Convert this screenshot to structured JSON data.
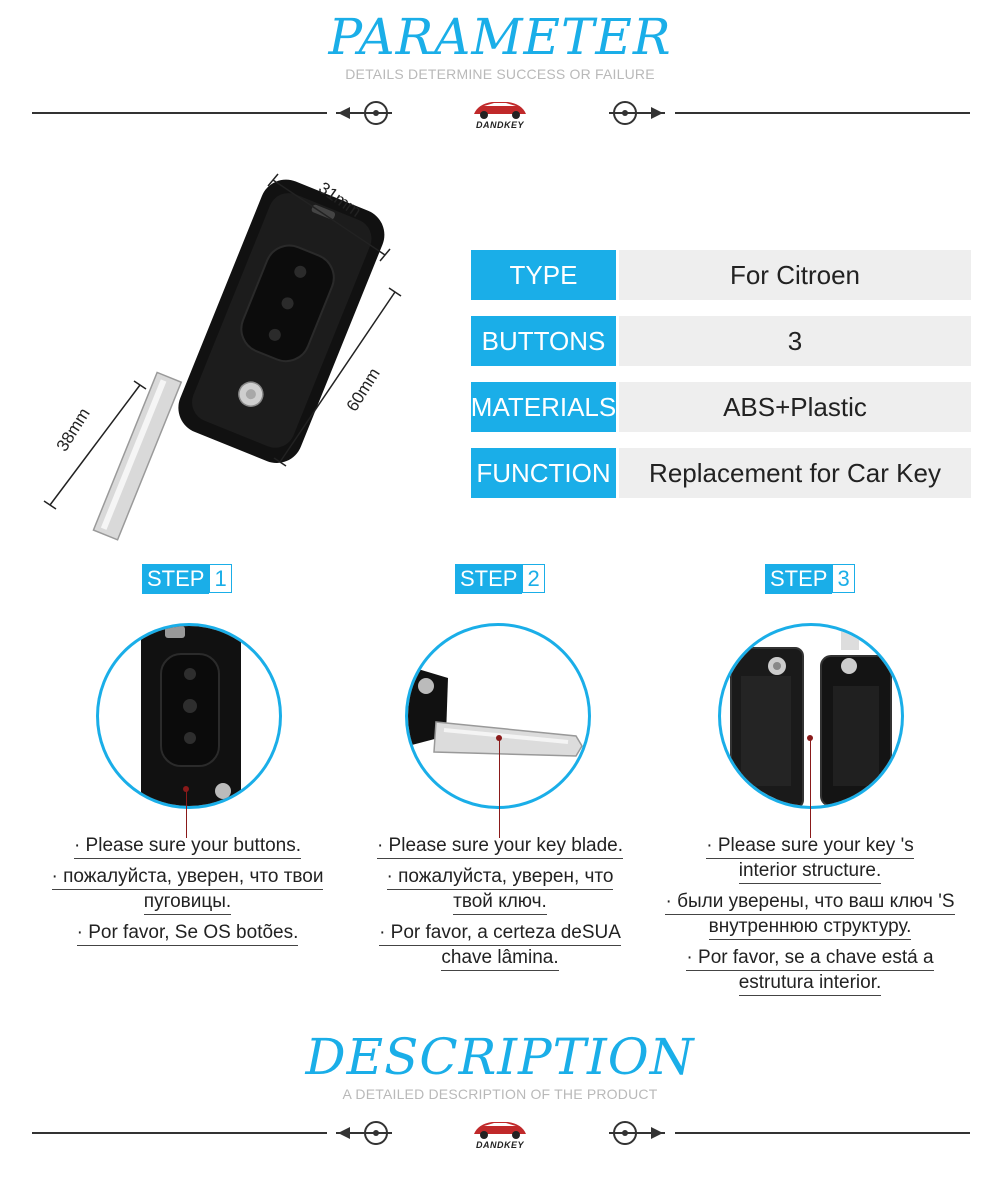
{
  "brand": {
    "logo_text": "DANDKEY"
  },
  "parameter_section": {
    "title": "PARAMETER",
    "subtitle": "DETAILS DETERMINE SUCCESS OR FAILURE"
  },
  "dimensions": {
    "width": "31mm",
    "length": "60mm",
    "blade": "38mm"
  },
  "params": [
    {
      "label": "TYPE",
      "value": "For Citroen"
    },
    {
      "label": "BUTTONS",
      "value": "3"
    },
    {
      "label": "MATERIALS",
      "value": "ABS+Plastic"
    },
    {
      "label": "FUNCTION",
      "value": "Replacement for Car Key"
    }
  ],
  "steps": [
    {
      "word": "STEP",
      "num": "1",
      "lines": [
        [
          "· Please sure your buttons."
        ],
        [
          "· пожалуйста, уверен, что твои",
          "пуговицы."
        ],
        [
          "· Por favor, Se OS botões."
        ]
      ]
    },
    {
      "word": "STEP",
      "num": "2",
      "lines": [
        [
          "· Please sure your key blade."
        ],
        [
          "· пожалуйста, уверен, что",
          "твой ключ."
        ],
        [
          "· Por favor, a certeza deSUA",
          "chave lâmina. "
        ]
      ]
    },
    {
      "word": "STEP",
      "num": "3",
      "lines": [
        [
          "· Please sure your key 's",
          "interior structure."
        ],
        [
          "· были уверены, что ваш ключ 'S",
          "внутреннюю структуру."
        ],
        [
          "· Por favor, se a chave está a",
          "estrutura interior."
        ]
      ]
    }
  ],
  "description_section": {
    "title": "DESCRIPTION",
    "subtitle": "A DETAILED DESCRIPTION OF THE PRODUCT"
  },
  "colors": {
    "accent": "#1aaee8",
    "table_value_bg": "#eeeeee",
    "pointer": "#8a1a1a"
  }
}
